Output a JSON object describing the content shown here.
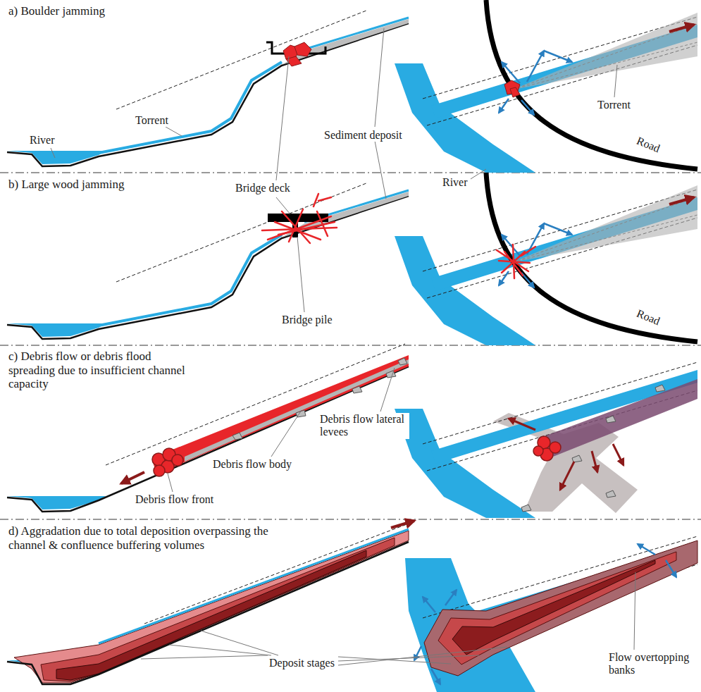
{
  "diagram": {
    "labels": [
      "a) Boulder jamming",
      "Torrent",
      "River",
      "Bridge deck",
      "Sediment deposit",
      "Torrent",
      "Road",
      "River",
      "b) Large wood jamming",
      "Road",
      "Bridge pile",
      "c) Debris flow or debris flood spreading due to insufficient channel capacity",
      "Debris flow lateral levees",
      "Debris flow body",
      "Debris flow front",
      "d) Aggradation due to total deposition overpassing the channel & confluence buffering volumes",
      "Deposit stages",
      "Flow overtopping banks"
    ]
  }
}
